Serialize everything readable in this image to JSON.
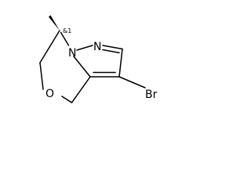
{
  "molecule": {
    "atoms": {
      "nitrogen_bridge": "N",
      "nitrogen_pyrazole": "N",
      "oxygen": "O",
      "bromine": "Br"
    },
    "stereo_descriptor": "&1",
    "colors": {
      "bonds": "#000000",
      "labels": "#000000"
    }
  }
}
